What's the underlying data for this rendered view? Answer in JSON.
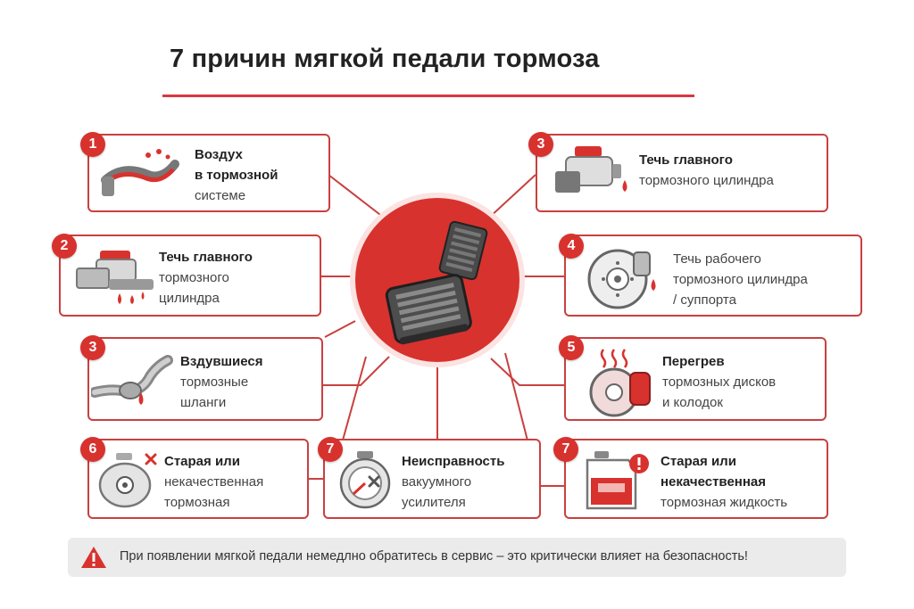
{
  "title": "7 причин мягкой педали тормоза",
  "colors": {
    "accent": "#d8322e",
    "card_border": "#c9403f",
    "warning_bg": "#ebebeb"
  },
  "causes": [
    {
      "badge": "1",
      "lines": [
        "Воздух",
        "в тормозной",
        "системе"
      ],
      "icon": "brake-line-bubbles-icon"
    },
    {
      "badge": "2",
      "lines": [
        "Течь главного",
        "тормозного",
        "цилиндра"
      ],
      "icon": "master-cylinder-leak-icon"
    },
    {
      "badge": "3",
      "lines": [
        "Вздувшиеся",
        "тормозные",
        "шланги"
      ],
      "icon": "swollen-hose-icon"
    },
    {
      "badge": "6",
      "lines": [
        "Старая или",
        "некачественная",
        "тормозная"
      ],
      "icon": "old-fluid-reservoir-icon"
    },
    {
      "badge": "7",
      "lines": [
        "Неисправность",
        "вакуумного",
        "усилителя"
      ],
      "icon": "vacuum-booster-icon"
    },
    {
      "badge": "3",
      "lines": [
        "Течь главного",
        "тормозного цилиндра"
      ],
      "icon": "master-cylinder-icon"
    },
    {
      "badge": "4",
      "lines": [
        "Течь рабочего",
        "тормозного цилиндра",
        "/ суппорта"
      ],
      "icon": "caliper-leak-icon"
    },
    {
      "badge": "5",
      "lines": [
        "Перегрев",
        "тормозных дисков",
        "и колодок"
      ],
      "icon": "overheated-disc-icon"
    },
    {
      "badge": "7",
      "lines": [
        "Старая или",
        "некачественная",
        "тормозная жидкость"
      ],
      "icon": "fluid-canister-icon"
    }
  ],
  "warning": "При появлении мягкой педали немедлно обратитесь в сервис – это критически влияет на безопасность!"
}
